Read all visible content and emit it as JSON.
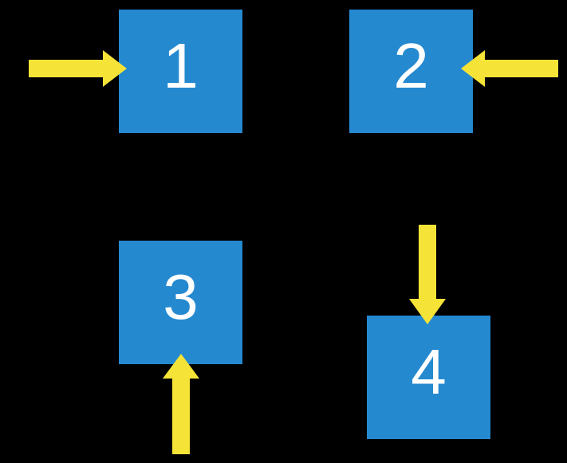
{
  "colors": {
    "background": "#000000",
    "square": "#2589d0",
    "arrow": "#f5e337",
    "label": "#ffffff"
  },
  "squares": [
    {
      "label": "1",
      "arrow_icon": "arrow-right-icon",
      "arrow_direction": "right",
      "arrow_enters_from": "left"
    },
    {
      "label": "2",
      "arrow_icon": "arrow-left-icon",
      "arrow_direction": "left",
      "arrow_enters_from": "right"
    },
    {
      "label": "3",
      "arrow_icon": "arrow-up-icon",
      "arrow_direction": "up",
      "arrow_enters_from": "bottom"
    },
    {
      "label": "4",
      "arrow_icon": "arrow-down-icon",
      "arrow_direction": "down",
      "arrow_enters_from": "top"
    }
  ]
}
